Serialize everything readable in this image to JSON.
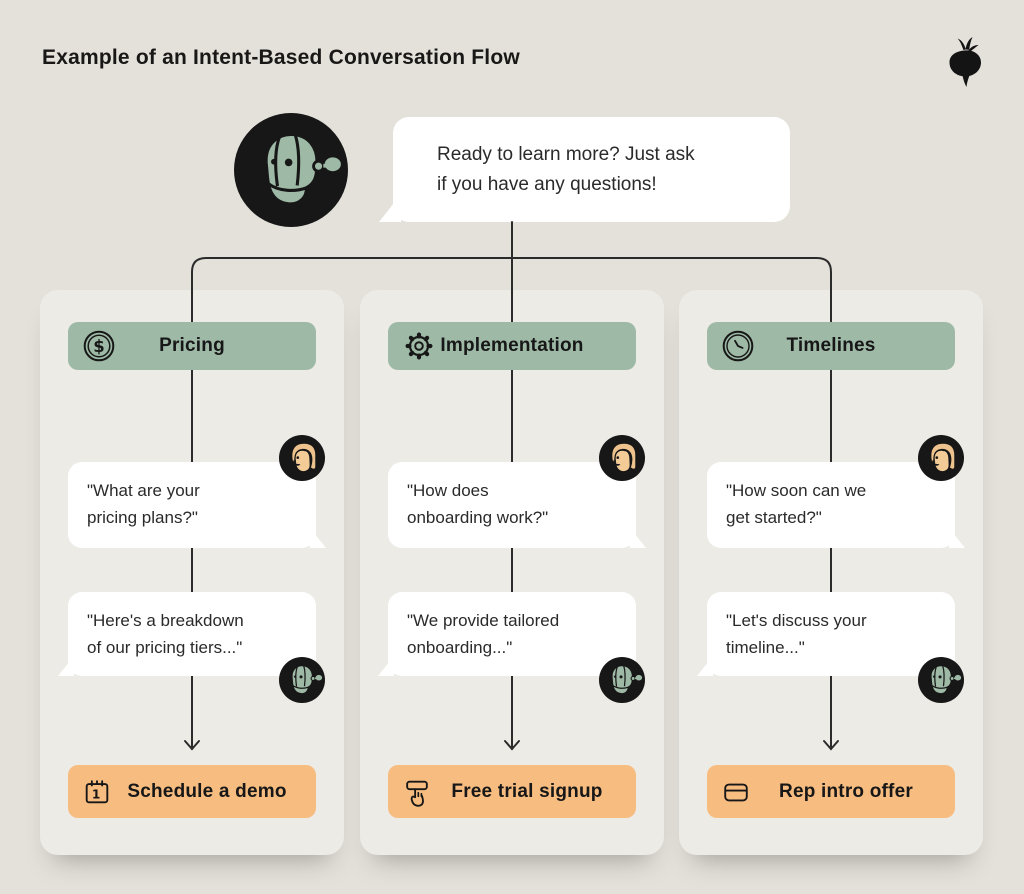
{
  "page": {
    "title": "Example of an Intent-Based Conversation Flow"
  },
  "brand": {
    "logo": "beet"
  },
  "colors": {
    "background": "#e4e1db",
    "card": "#edebe6",
    "bubble": "#ffffff",
    "intent_badge_green": "#9ebaa6",
    "cta_button_orange": "#f7bd80",
    "connector_line": "#2b2b2b",
    "text": "#1d1c1a",
    "avatar_background": "#171717",
    "bot_face_green": "#9ebaa6",
    "user_skin": "#f3cb97",
    "user_hair": "#eec28c"
  },
  "hero": {
    "bot_message": "Ready to learn more? Just ask\nif you have any questions!"
  },
  "columns": [
    {
      "intent": "Pricing",
      "icon": "dollar-coin",
      "user_message": "\"What are your\npricing plans?\"",
      "bot_message": "\"Here's a breakdown\nof our pricing tiers...\"",
      "cta_label": "Schedule a demo",
      "cta_icon": "calendar"
    },
    {
      "intent": "Implementation",
      "icon": "gear",
      "user_message": "\"How does\nonboarding work?\"",
      "bot_message": "\"We provide tailored\nonboarding...\"",
      "cta_label": "Free trial signup",
      "cta_icon": "tap-hand"
    },
    {
      "intent": "Timelines",
      "icon": "clock",
      "user_message": "\"How soon can we\nget started?\"",
      "bot_message": "\"Let's discuss your\ntimeline...\"",
      "cta_label": "Rep intro offer",
      "cta_icon": "credit-card"
    }
  ]
}
